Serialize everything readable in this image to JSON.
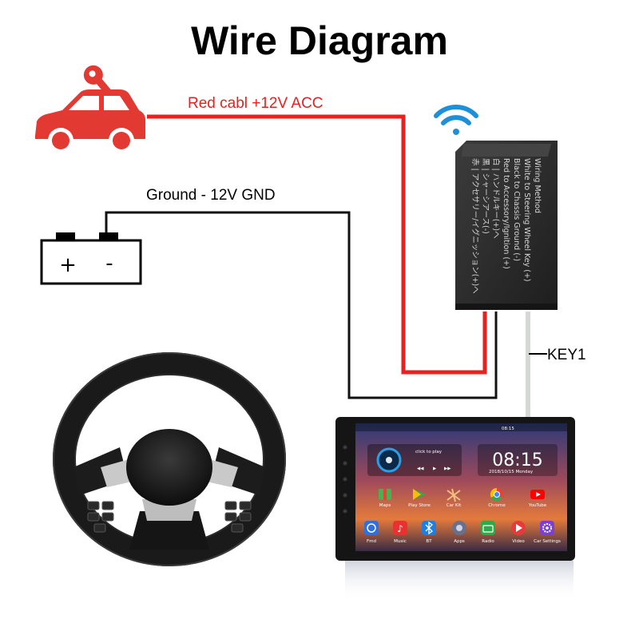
{
  "title": "Wire Diagram",
  "labels": {
    "red_wire": "Red cabl +12V ACC",
    "ground_wire": "Ground - 12V GND",
    "key_wire": "KEY1"
  },
  "battery": {
    "plus": "+",
    "minus": "-"
  },
  "module": {
    "lines": [
      "Wiring Method",
      "White to Steering Wheel Key (+)",
      "Black to Chassis Ground (-)",
      "Red to Accessory/Ignition (+)",
      "白 | ハンドルキー(+)へ",
      "黒 | シャーシアース(-)",
      "赤 | アクセサリー/イグニッション(+)へ"
    ]
  },
  "head_unit": {
    "clock": "08:15",
    "status_time": "08:15",
    "date": "2018/10/15  Monday",
    "music_widget": "click to play",
    "apps_row1": [
      "Maps",
      "Play Store",
      "Car Kit",
      "Chrome",
      "YouTube"
    ],
    "apps_row2": [
      "Fmd",
      "Music",
      "BT",
      "Apps",
      "Radio",
      "Video",
      "Car Settings"
    ]
  },
  "colors": {
    "red_wire": "#e8201f",
    "ground_wire": "#111111",
    "key_wire": "#d4d9d4",
    "car": "#e23a33",
    "wifi": "#1e8fd9",
    "module": "#2c2c2c"
  },
  "icons": [
    "car-key-icon",
    "battery-icon",
    "wifi-icon",
    "steering-wheel-image",
    "control-module-image",
    "head-unit-image"
  ]
}
